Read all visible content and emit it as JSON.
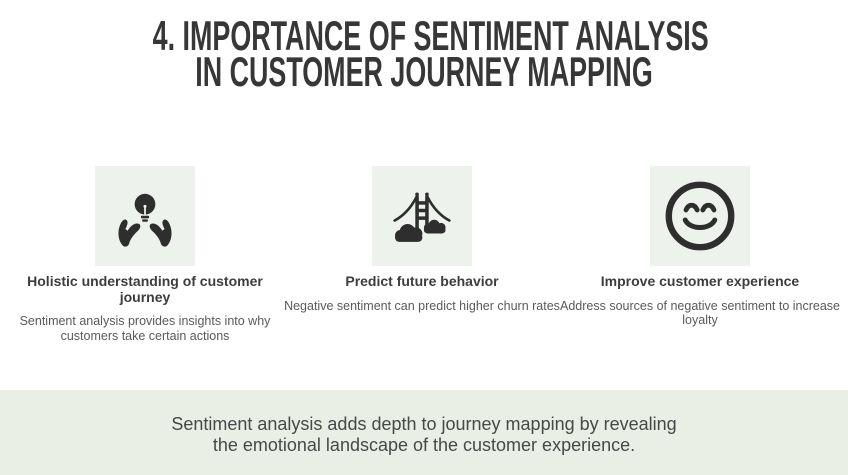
{
  "title": {
    "line1": "4. IMPORTANCE OF SENTIMENT ANALYSIS",
    "line2": "IN CUSTOMER JOURNEY MAPPING"
  },
  "columns": [
    {
      "icon": "hands-holding-lightbulb-icon",
      "heading": "Holistic understanding of customer journey",
      "description": "Sentiment analysis provides insights into why customers take certain actions"
    },
    {
      "icon": "bridge-with-clouds-icon",
      "heading": "Predict future behavior",
      "description": "Negative sentiment can predict higher churn rates"
    },
    {
      "icon": "smiling-face-icon",
      "heading": "Improve customer experience",
      "description": "Address sources of negative sentiment to increase loyalty"
    }
  ],
  "banner": {
    "line1": "Sentiment analysis adds depth to journey mapping by revealing",
    "line2": "the emotional landscape of the customer experience."
  },
  "colors": {
    "page_bg": "#ffffff",
    "title_text": "#373737",
    "heading_text": "#3d3d3d",
    "body_text": "#5a5a5a",
    "icon_glyph": "#2e2e2e",
    "icon_tile_bg": "#eef2ec",
    "banner_bg": "#e9efe5",
    "banner_text": "#484848"
  }
}
